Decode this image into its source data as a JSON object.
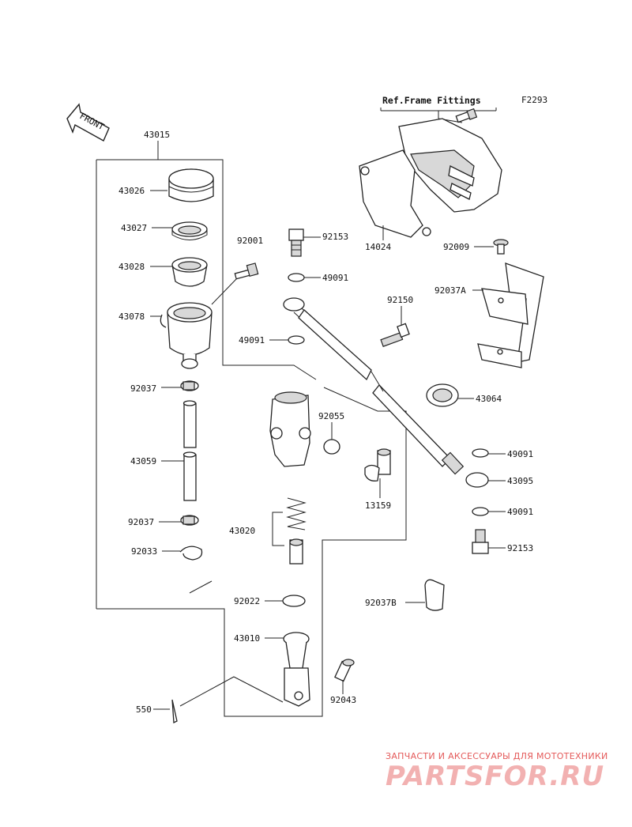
{
  "diagram": {
    "figure_code": "F2293",
    "ref_note": "Ref.Frame Fittings",
    "front_arrow_label": "FRONT",
    "part_numbers": {
      "p43015": "43015",
      "p43026": "43026",
      "p43027": "43027",
      "p43028": "43028",
      "p43078": "43078",
      "p92037": "92037",
      "p43059": "43059",
      "p92037b": "92037",
      "p92033": "92033",
      "p92001": "92001",
      "p92153": "92153",
      "p49091a": "49091",
      "p49091b": "49091",
      "p92150": "92150",
      "p14024": "14024",
      "p92009": "92009",
      "p92037A": "92037A",
      "p43064": "43064",
      "p92055": "92055",
      "p49091c": "49091",
      "p43095": "43095",
      "p49091d": "49091",
      "p92153b": "92153",
      "p13159": "13159",
      "p43020": "43020",
      "p92022": "92022",
      "p92037B": "92037B",
      "p43010": "43010",
      "p92043": "92043",
      "p550": "550"
    }
  },
  "watermark": {
    "line1": "ЗАПЧАСТИ И АКСЕССУАРЫ ДЛЯ МОТОТЕХНИКИ",
    "logo": "PARTSFOR.RU"
  }
}
